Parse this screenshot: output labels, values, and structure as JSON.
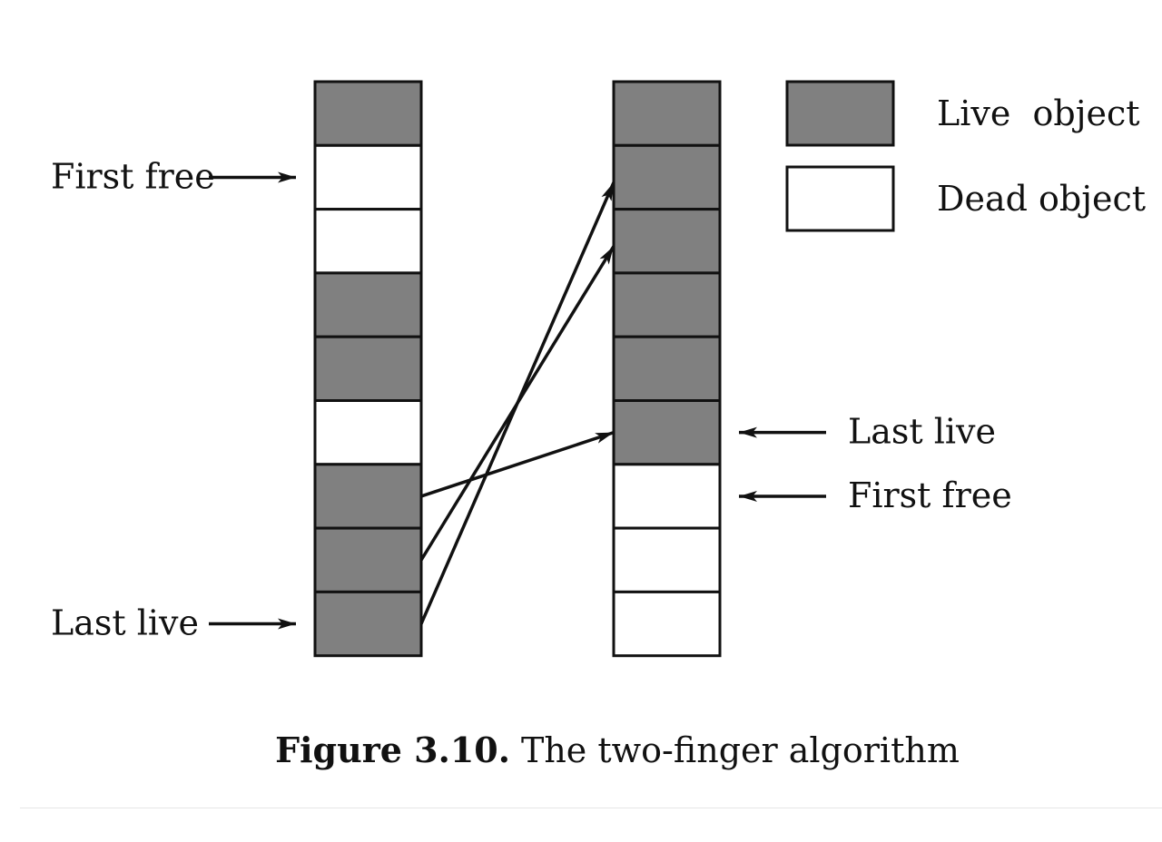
{
  "colors": {
    "live": "#808080",
    "dead": "#ffffff",
    "stroke": "#111111"
  },
  "before_heap": {
    "cells": [
      "live",
      "dead",
      "dead",
      "live",
      "live",
      "dead",
      "live",
      "live",
      "live"
    ],
    "pointers": [
      {
        "label": "First free",
        "cell": 1
      },
      {
        "label": "Last live",
        "cell": 8
      }
    ]
  },
  "after_heap": {
    "cells": [
      "live",
      "live",
      "live",
      "live",
      "live",
      "live",
      "dead",
      "dead",
      "dead"
    ],
    "pointers": [
      {
        "label": "Last live",
        "cell": 5
      },
      {
        "label": "First free",
        "cell": 6
      }
    ]
  },
  "moves": [
    {
      "from": 8,
      "to": 1
    },
    {
      "from": 7,
      "to": 2
    },
    {
      "from": 6,
      "to": 5
    }
  ],
  "legend": {
    "live_label": "Live  object",
    "dead_label": "Dead object"
  },
  "caption": {
    "label": "Figure 3.10.",
    "text": "The two-finger algorithm"
  }
}
